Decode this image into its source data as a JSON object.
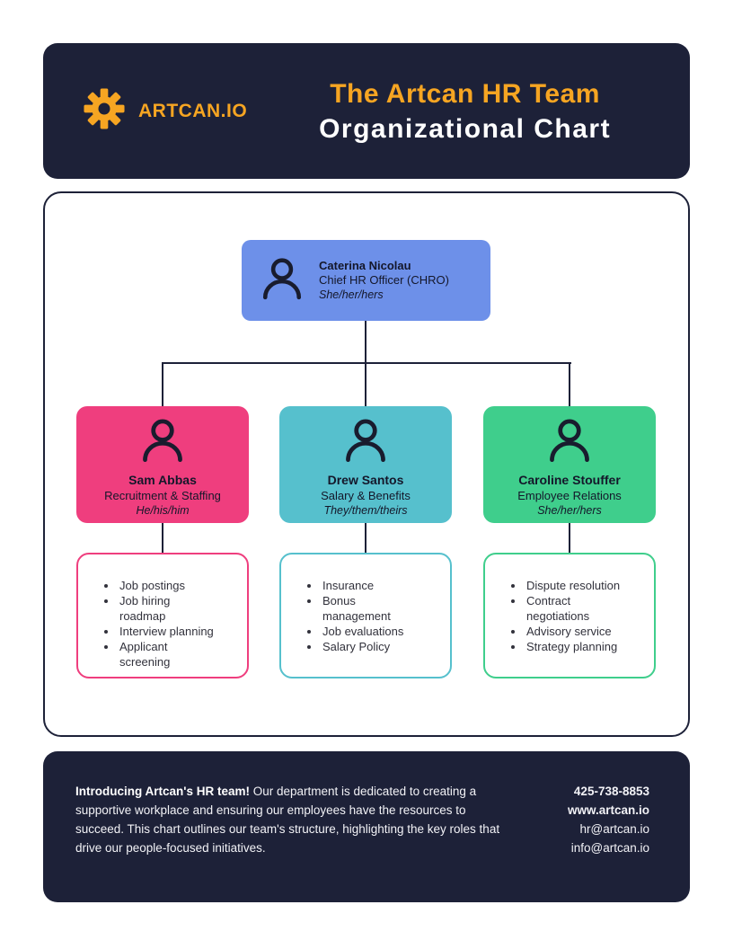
{
  "colors": {
    "navy": "#1D2138",
    "orange": "#F6A522",
    "blue": "#6D90E9",
    "pink": "#EF3E7E",
    "teal": "#56C0CD",
    "green": "#3FCE8C",
    "icon_dark": "#191C2E"
  },
  "header": {
    "logo_text": "ARTCAN.IO",
    "title_line1": "The Artcan HR Team",
    "title_line2": "Organizational Chart"
  },
  "org": {
    "root": {
      "name": "Caterina Nicolau",
      "role": "Chief HR Officer (CHRO)",
      "pronouns": "She/her/hers"
    },
    "members": [
      {
        "name": "Sam Abbas",
        "role": "Recruitment & Staffing",
        "pronouns": "He/his/him",
        "color": "#EF3E7E",
        "duties": [
          "Job postings",
          "Job hiring roadmap",
          "Interview planning",
          "Applicant screening"
        ]
      },
      {
        "name": "Drew Santos",
        "role": "Salary & Benefits",
        "pronouns": "They/them/theirs",
        "color": "#56C0CD",
        "duties": [
          "Insurance",
          "Bonus management",
          "Job evaluations",
          "Salary Policy"
        ]
      },
      {
        "name": "Caroline Stouffer",
        "role": "Employee Relations",
        "pronouns": "She/her/hers",
        "color": "#3FCE8C",
        "duties": [
          "Dispute resolution",
          "Contract negotiations",
          "Advisory service",
          "Strategy planning"
        ]
      }
    ]
  },
  "footer": {
    "intro_bold": "Introducing Artcan's HR team!",
    "intro_rest": " Our department is dedicated to creating a supportive workplace and ensuring our employees have the resources to succeed. This chart outlines our team's structure, highlighting the key roles that drive our people-focused initiatives.",
    "phone": "425-738-8853",
    "website": "www.artcan.io",
    "email_hr": "hr@artcan.io",
    "email_info": "info@artcan.io"
  }
}
